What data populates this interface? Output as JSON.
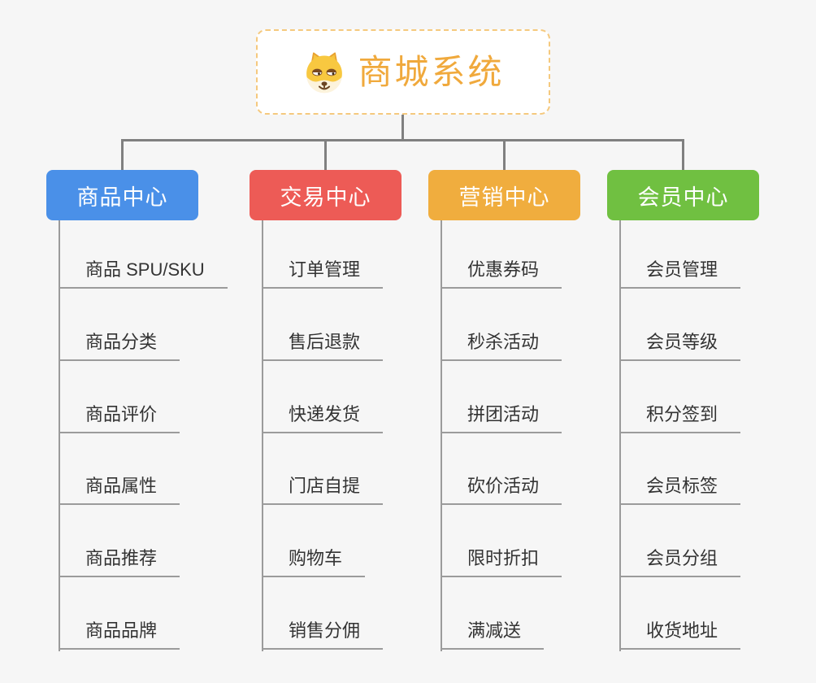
{
  "canvas": {
    "background": "#F6F6F6",
    "connector_color": "#808080",
    "leaf_line_color": "#9B9B9B",
    "leaf_text_color": "#333333"
  },
  "root": {
    "title": "商城系统",
    "icon": "dog-face-icon",
    "text_color": "#F0A93C",
    "border_color": "#F5C97E",
    "background": "#FFFFFF"
  },
  "branches": [
    {
      "label": "商品中心",
      "color": "#4A90E8",
      "children": [
        "商品 SPU/SKU",
        "商品分类",
        "商品评价",
        "商品属性",
        "商品推荐",
        "商品品牌"
      ]
    },
    {
      "label": "交易中心",
      "color": "#ED5B56",
      "children": [
        "订单管理",
        "售后退款",
        "快递发货",
        "门店自提",
        "购物车",
        "销售分佣"
      ]
    },
    {
      "label": "营销中心",
      "color": "#F0AD3E",
      "children": [
        "优惠券码",
        "秒杀活动",
        "拼团活动",
        "砍价活动",
        "限时折扣",
        "满减送"
      ]
    },
    {
      "label": "会员中心",
      "color": "#70C041",
      "children": [
        "会员管理",
        "会员等级",
        "积分签到",
        "会员标签",
        "会员分组",
        "收货地址"
      ]
    }
  ]
}
